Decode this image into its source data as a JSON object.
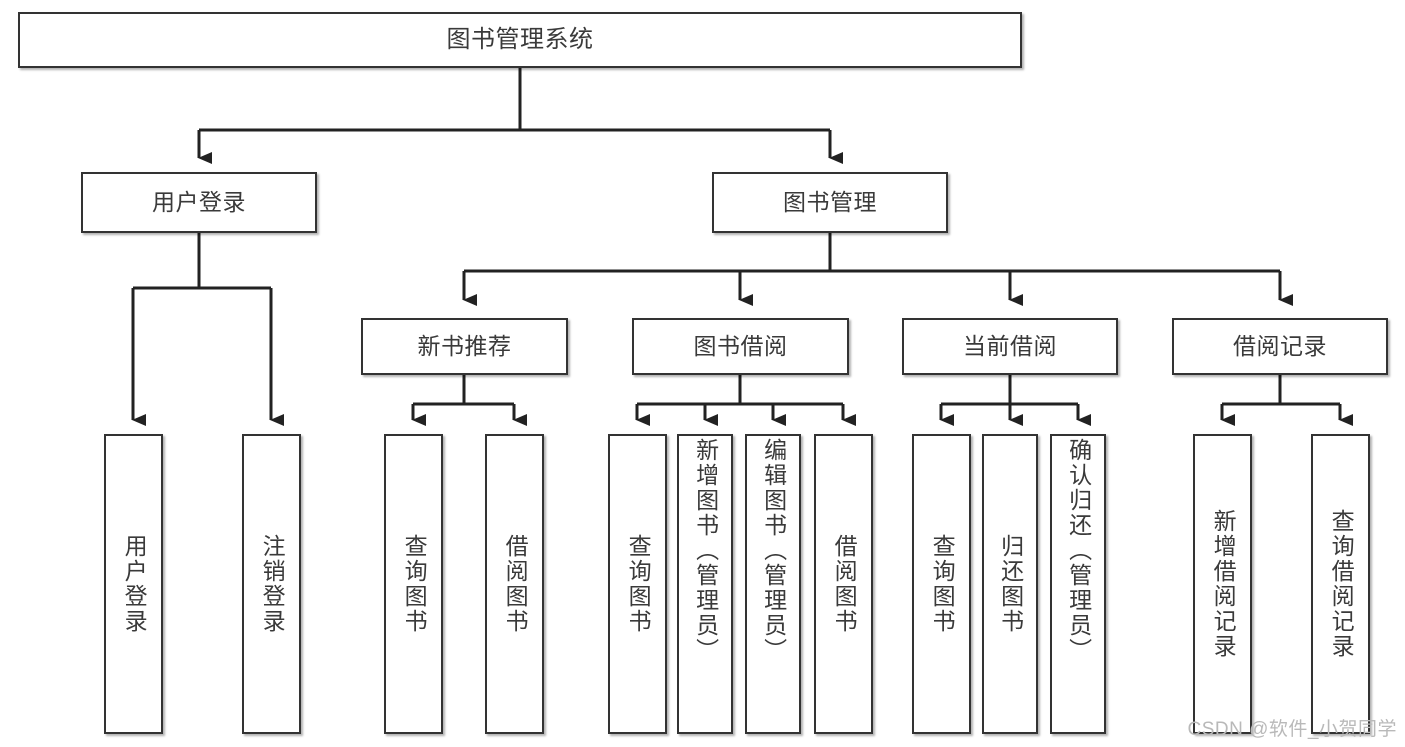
{
  "diagram": {
    "title": "图书管理系统",
    "watermark": "CSDN @软件_小贺同学",
    "colors": {
      "background": "#ffffff",
      "box_border": "#333333",
      "box_fill": "#ffffff",
      "text": "#3a3a3a",
      "connector": "#222222",
      "watermark": "#b9b9b9"
    },
    "nodes": {
      "root": {
        "label": "图书管理系统"
      },
      "level2": [
        {
          "id": "user-login",
          "label": "用户登录"
        },
        {
          "id": "book-management",
          "label": "图书管理"
        }
      ],
      "level3": [
        {
          "id": "new-book-recommend",
          "label": "新书推荐"
        },
        {
          "id": "book-borrow",
          "label": "图书借阅"
        },
        {
          "id": "current-borrow",
          "label": "当前借阅"
        },
        {
          "id": "borrow-record",
          "label": "借阅记录"
        }
      ],
      "leaves": {
        "user_login": [
          {
            "id": "leaf-user-login",
            "label": "用户登录"
          },
          {
            "id": "leaf-logout",
            "label": "注销登录"
          }
        ],
        "new_book_recommend": [
          {
            "id": "leaf-query-book-1",
            "label": "查询图书"
          },
          {
            "id": "leaf-borrow-book-1",
            "label": "借阅图书"
          }
        ],
        "book_borrow": [
          {
            "id": "leaf-query-book-2",
            "label": "查询图书"
          },
          {
            "id": "leaf-add-book",
            "label": "新增图书（管理员）"
          },
          {
            "id": "leaf-edit-book",
            "label": "编辑图书（管理员）"
          },
          {
            "id": "leaf-borrow-book-2",
            "label": "借阅图书"
          }
        ],
        "current_borrow": [
          {
            "id": "leaf-query-book-3",
            "label": "查询图书"
          },
          {
            "id": "leaf-return-book",
            "label": "归还图书"
          },
          {
            "id": "leaf-confirm-return",
            "label": "确认归还（管理员）"
          }
        ],
        "borrow_record": [
          {
            "id": "leaf-add-record",
            "label": "新增借阅记录"
          },
          {
            "id": "leaf-query-record",
            "label": "查询借阅记录"
          }
        ]
      }
    }
  }
}
